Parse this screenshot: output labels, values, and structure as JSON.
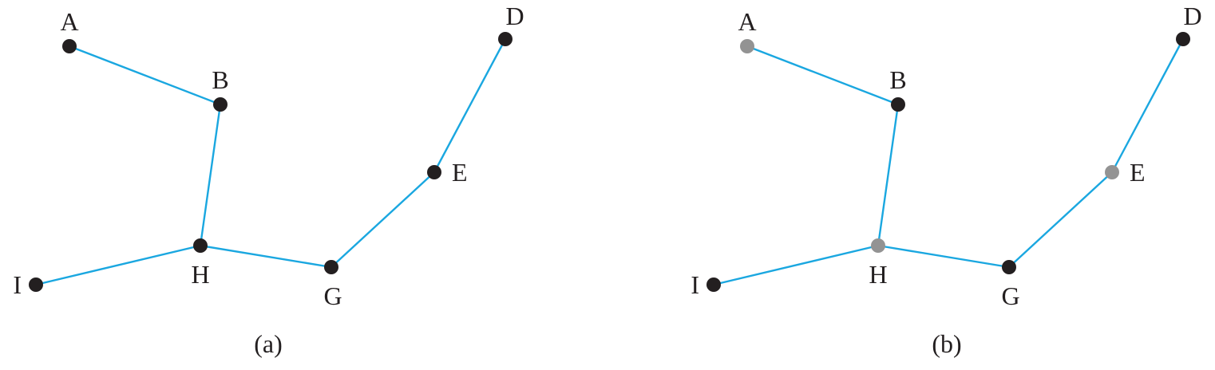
{
  "colors": {
    "edge": "#1aa7e0",
    "node_default": "#231f20",
    "node_highlight": "#939393"
  },
  "panels": [
    {
      "caption": "(a)",
      "nodes": [
        {
          "id": "A",
          "label": "A",
          "state": "default"
        },
        {
          "id": "B",
          "label": "B",
          "state": "default"
        },
        {
          "id": "D",
          "label": "D",
          "state": "default"
        },
        {
          "id": "E",
          "label": "E",
          "state": "default"
        },
        {
          "id": "G",
          "label": "G",
          "state": "default"
        },
        {
          "id": "H",
          "label": "H",
          "state": "default"
        },
        {
          "id": "I",
          "label": "I",
          "state": "default"
        }
      ],
      "edges": [
        [
          "A",
          "B"
        ],
        [
          "B",
          "H"
        ],
        [
          "I",
          "H"
        ],
        [
          "H",
          "G"
        ],
        [
          "G",
          "E"
        ],
        [
          "E",
          "D"
        ]
      ]
    },
    {
      "caption": "(b)",
      "nodes": [
        {
          "id": "A",
          "label": "A",
          "state": "highlight"
        },
        {
          "id": "B",
          "label": "B",
          "state": "default"
        },
        {
          "id": "D",
          "label": "D",
          "state": "default"
        },
        {
          "id": "E",
          "label": "E",
          "state": "highlight"
        },
        {
          "id": "G",
          "label": "G",
          "state": "default"
        },
        {
          "id": "H",
          "label": "H",
          "state": "highlight"
        },
        {
          "id": "I",
          "label": "I",
          "state": "default"
        }
      ],
      "edges": [
        [
          "A",
          "B"
        ],
        [
          "B",
          "H"
        ],
        [
          "I",
          "H"
        ],
        [
          "H",
          "G"
        ],
        [
          "G",
          "E"
        ],
        [
          "E",
          "D"
        ]
      ]
    }
  ]
}
